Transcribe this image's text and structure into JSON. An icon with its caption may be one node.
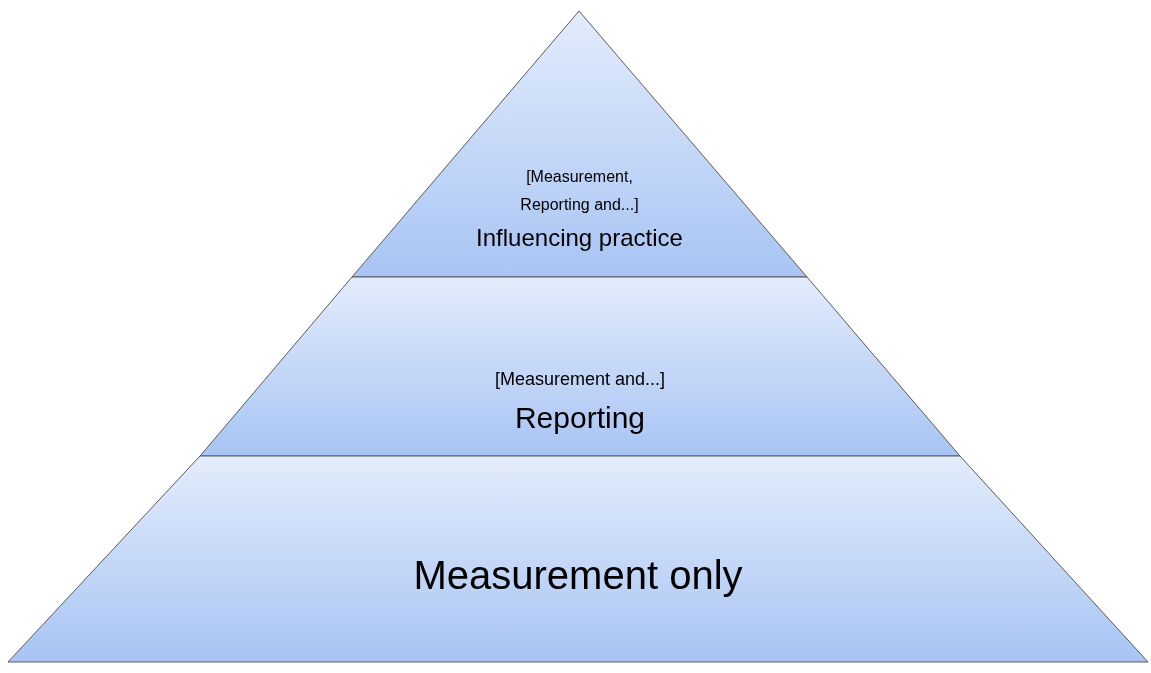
{
  "diagram": {
    "nodes": [
      {
        "text": [
          "[Measurement, Reporting and...]",
          "Influencing practice"
        ]
      },
      {
        "text": [
          "[Measurement and...]",
          "Reporting"
        ]
      },
      {
        "text": [
          "Measurement only"
        ]
      }
    ]
  }
}
